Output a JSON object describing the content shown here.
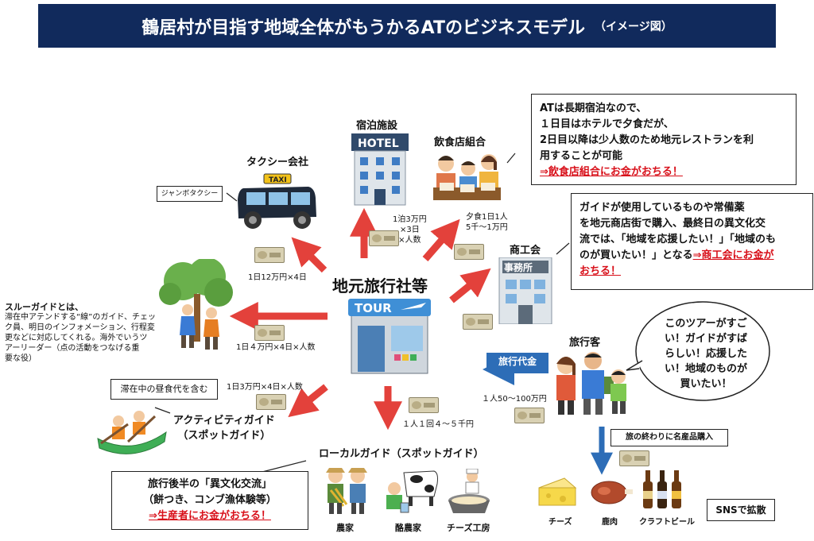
{
  "title": {
    "main": "鶴居村が目指す地域全体がもうかるATのビジネスモデル",
    "sub": "（イメージ図）"
  },
  "center": {
    "label": "地元旅行社等",
    "sign": "TOUR"
  },
  "nodes": {
    "hotel": {
      "label": "宿泊施設",
      "sign": "HOTEL",
      "payment": [
        "1泊3万円",
        "×3日",
        "×人数"
      ]
    },
    "restaurant": {
      "label": "飲食店組合",
      "payment": [
        "夕食1日1人",
        "5千～1万円"
      ]
    },
    "taxi": {
      "label": "タクシー会社",
      "tag": "ジャンボタクシー",
      "sign": "TAXI",
      "payment": "1日12万円×4日"
    },
    "guide": {
      "payment": "1日４万円×4日×人数"
    },
    "activity": {
      "label_lines": [
        "アクティビティガイド",
        "（スポットガイド）"
      ],
      "tag": "滞在中の昼食代を含む",
      "payment": "1日3万円×4日×人数"
    },
    "commerce": {
      "label": "商工会",
      "sign": "事務所"
    },
    "local": {
      "label": "ローカルガイド（スポットガイド）",
      "payment": "１人１回４～５千円"
    },
    "traveler": {
      "label": "旅行客",
      "fee_label": "旅行代金",
      "fee_value": "１人50～100万円"
    }
  },
  "notes": {
    "restaurant": {
      "lines": [
        "ATは長期宿泊なので、",
        "１日目はホテルで夕食だが、",
        "2日目以降は少人数のため地元レストランを利",
        "用することが可能"
      ],
      "highlight": "⇒飲食店組合にお金がおちる！"
    },
    "commerce": {
      "lines": [
        "ガイドが使用しているものや常備薬",
        "を地元商店街で購入、最終日の異文化交",
        "流では、「地域を応援したい！」「地域のも"
      ],
      "line4": "のが買いたい！」となる",
      "highlight1": "⇒商工会にお金が",
      "highlight2": "おちる！"
    },
    "guide": {
      "heading": "スルーガイドとは、",
      "lines": [
        "滞在中アテンドする“線”のガイド、チェッ",
        "ク員、明日のインフォメーション、行程変",
        "更などに対応してくれる。海外でいうツ",
        "アーリーダー（点の活動をつなげる重",
        "要な役）"
      ]
    },
    "culture": {
      "lines": [
        "旅行後半の「異文化交流」",
        "（餅つき、コンブ漁体験等）"
      ],
      "highlight": "⇒生産者にお金がおちる！"
    }
  },
  "speech": [
    "このツアーがすご",
    "い！ガイドがすば",
    "らしい！応援した",
    "い！地域のものが",
    "買いたい！"
  ],
  "purchase": {
    "label": "旅の終わりに名産品購入"
  },
  "products": [
    "チーズ",
    "鹿肉",
    "クラフトビール"
  ],
  "producers": [
    "農家",
    "酪農家",
    "チーズ工房"
  ],
  "sns": "SNSで拡散",
  "colors": {
    "title_bg": "#112a5c",
    "arrow_red": "#e3413b",
    "fee_blue": "#2d6db7",
    "highlight_red": "#d8101a"
  }
}
